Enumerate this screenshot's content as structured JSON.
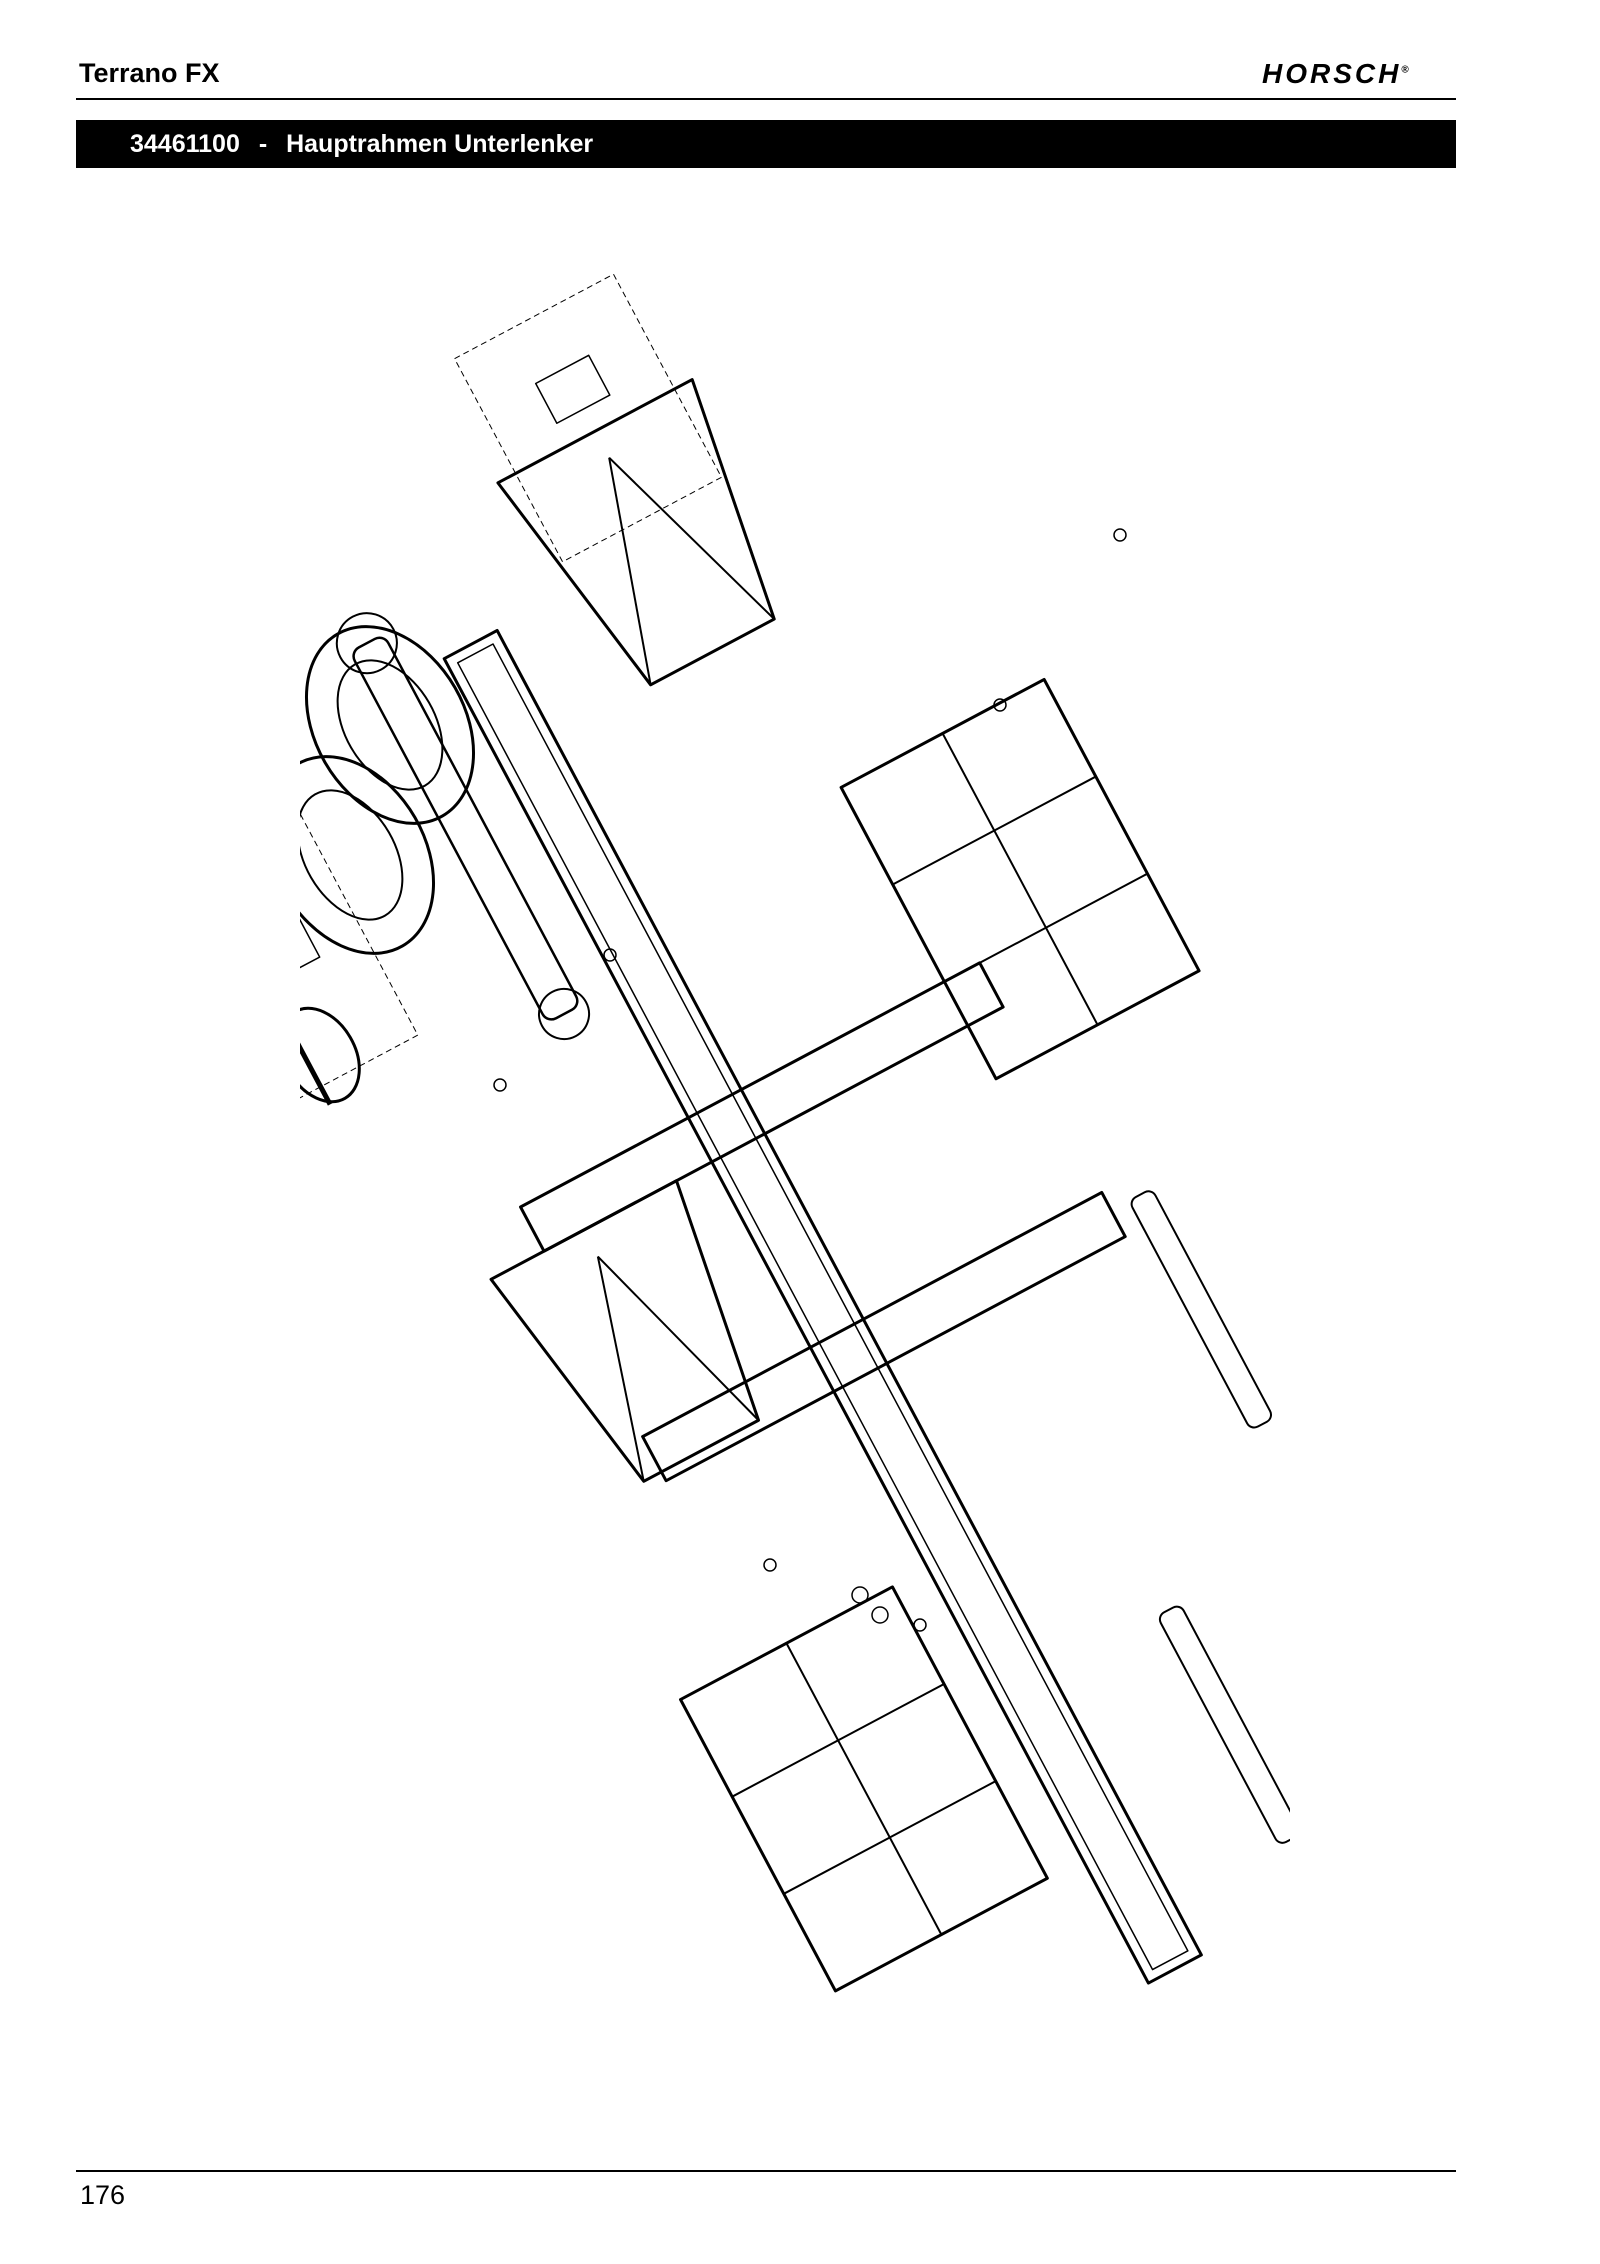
{
  "header": {
    "title": "Terrano FX",
    "brand": "HORSCH",
    "brand_mark": "®"
  },
  "section": {
    "part_number": "34461100",
    "separator": "-",
    "name": "Hauptrahmen Unterlenker"
  },
  "drawing": {
    "icon": "exploded-parts-diagram-icon"
  },
  "footer": {
    "page_number": "176"
  }
}
